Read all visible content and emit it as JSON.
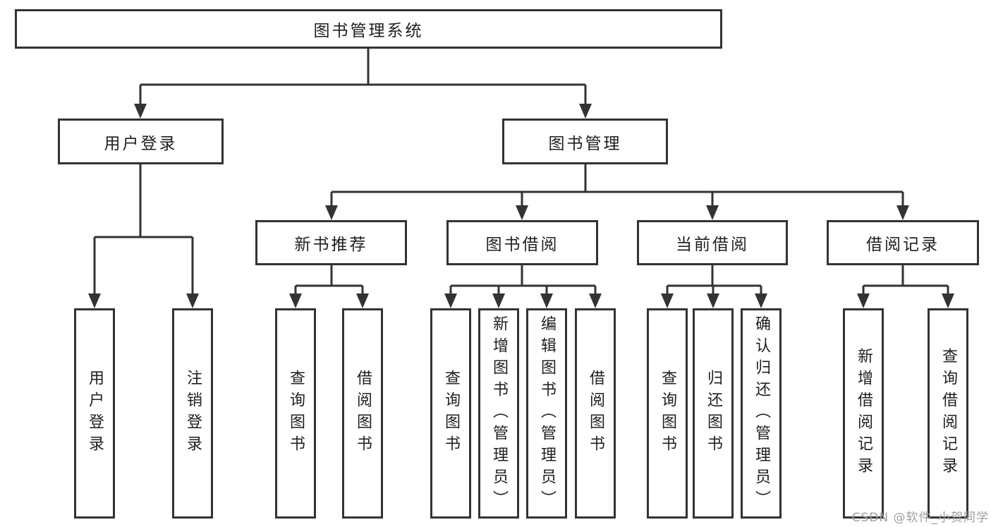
{
  "colors": {
    "line": "#333333",
    "box_border": "#333333",
    "text": "#1f1f1f",
    "watermark": "#9e9e9e",
    "background": "#ffffff"
  },
  "watermark": "CSDN @软件_小贺同学",
  "tree": {
    "root": {
      "label": "图书管理系统"
    },
    "branches": [
      {
        "label": "用户登录",
        "children": [
          {
            "label": "用户登录"
          },
          {
            "label": "注销登录"
          }
        ]
      },
      {
        "label": "图书管理",
        "sections": [
          {
            "label": "新书推荐",
            "children": [
              {
                "label": "查询图书"
              },
              {
                "label": "借阅图书"
              }
            ]
          },
          {
            "label": "图书借阅",
            "children": [
              {
                "label": "查询图书"
              },
              {
                "label": "新增图书（管理员）"
              },
              {
                "label": "编辑图书（管理员）"
              },
              {
                "label": "借阅图书"
              }
            ]
          },
          {
            "label": "当前借阅",
            "children": [
              {
                "label": "查询图书"
              },
              {
                "label": "归还图书"
              },
              {
                "label": "确认归还（管理员）"
              }
            ]
          },
          {
            "label": "借阅记录",
            "children": [
              {
                "label": "新增借阅记录"
              },
              {
                "label": "查询借阅记录"
              }
            ]
          }
        ]
      }
    ]
  }
}
